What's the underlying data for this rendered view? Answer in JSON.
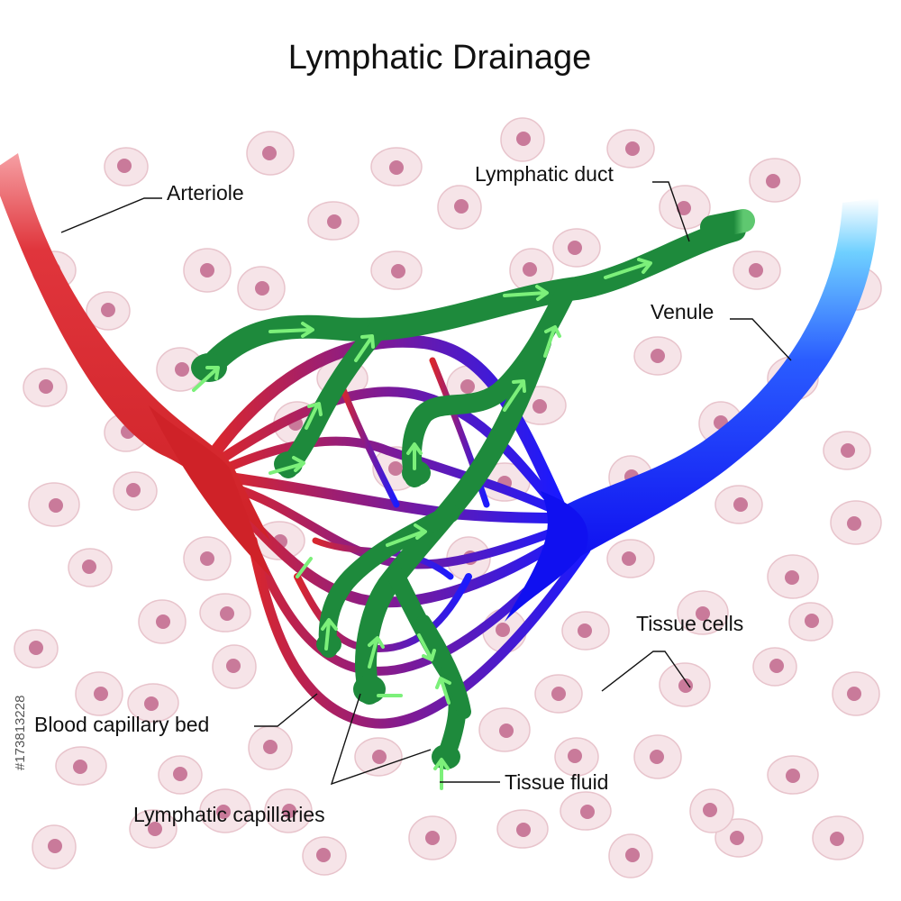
{
  "title": "Lymphatic Drainage",
  "labels": {
    "arteriole": "Arteriole",
    "lymphatic_duct": "Lymphatic duct",
    "venule": "Venule",
    "tissue_cells": "Tissue cells",
    "blood_capillary_bed": "Blood capillary bed",
    "tissue_fluid": "Tissue fluid",
    "lymphatic_capillaries": "Lymphatic capillaries"
  },
  "stock_id": "#173813228",
  "colors": {
    "arteriole": "#d8262e",
    "venule": "#1a1aff",
    "capillary_mix": "#6a1aa8",
    "lymph": "#1e8a3c",
    "flow_arrow": "#7cf07a",
    "cell_fill": "#f6e4e8",
    "cell_edge": "#e8c4cc",
    "nucleus": "#c97a9a"
  }
}
